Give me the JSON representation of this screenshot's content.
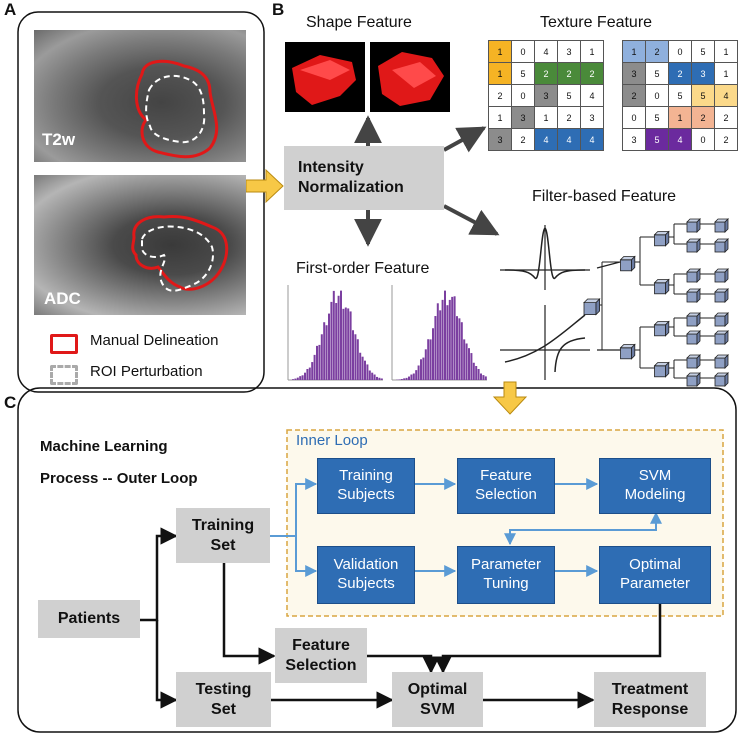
{
  "panels": {
    "a": "A",
    "b": "B",
    "c": "C"
  },
  "panel_a": {
    "t2w_label": "T2w",
    "adc_label": "ADC",
    "legend_manual": "Manual Delineation",
    "legend_roi": "ROI Perturbation"
  },
  "panel_b": {
    "shape_title": "Shape Feature",
    "texture_title": "Texture Feature",
    "filter_title": "Filter-based Feature",
    "firstorder_title": "First-order Feature",
    "intensity_line1": "Intensity",
    "intensity_line2": "Normalization",
    "texture_grid_1": [
      [
        "1",
        "0",
        "4",
        "3",
        "1"
      ],
      [
        "1",
        "5",
        "2",
        "2",
        "2"
      ],
      [
        "2",
        "0",
        "3",
        "5",
        "4"
      ],
      [
        "1",
        "3",
        "1",
        "2",
        "3"
      ],
      [
        "3",
        "2",
        "4",
        "4",
        "4"
      ]
    ],
    "texture_grid_2": [
      [
        "1",
        "2",
        "0",
        "5",
        "1"
      ],
      [
        "3",
        "5",
        "2",
        "3",
        "1"
      ],
      [
        "2",
        "0",
        "5",
        "5",
        "4"
      ],
      [
        "0",
        "5",
        "1",
        "2",
        "2"
      ],
      [
        "3",
        "5",
        "4",
        "0",
        "2"
      ]
    ],
    "colors": {
      "yellow": "#f5b324",
      "green": "#4a8a3a",
      "gray": "#8c8c8c",
      "blue": "#2e6db4",
      "lightblue": "#8fb0dd",
      "gold": "#fbd98a",
      "salmon": "#f3b493",
      "purple": "#6b2a9e",
      "red": "#e02020"
    }
  },
  "panel_c": {
    "ml_line1": "Machine Learning",
    "ml_line2": "Process -- Outer Loop",
    "inner_loop": "Inner Loop",
    "patients": "Patients",
    "training_set": [
      "Training",
      "Set"
    ],
    "testing_set": [
      "Testing",
      "Set"
    ],
    "feature_selection_outer": [
      "Feature",
      "Selection"
    ],
    "optimal_svm": [
      "Optimal",
      "SVM"
    ],
    "treatment_response": [
      "Treatment",
      "Response"
    ],
    "training_subjects": [
      "Training",
      "Subjects"
    ],
    "feature_selection_inner": [
      "Feature",
      "Selection"
    ],
    "svm_modeling": [
      "SVM",
      "Modeling"
    ],
    "validation_subjects": [
      "Validation",
      "Subjects"
    ],
    "parameter_tuning": [
      "Parameter",
      "Tuning"
    ],
    "optimal_parameter": [
      "Optimal",
      "Parameter"
    ]
  }
}
